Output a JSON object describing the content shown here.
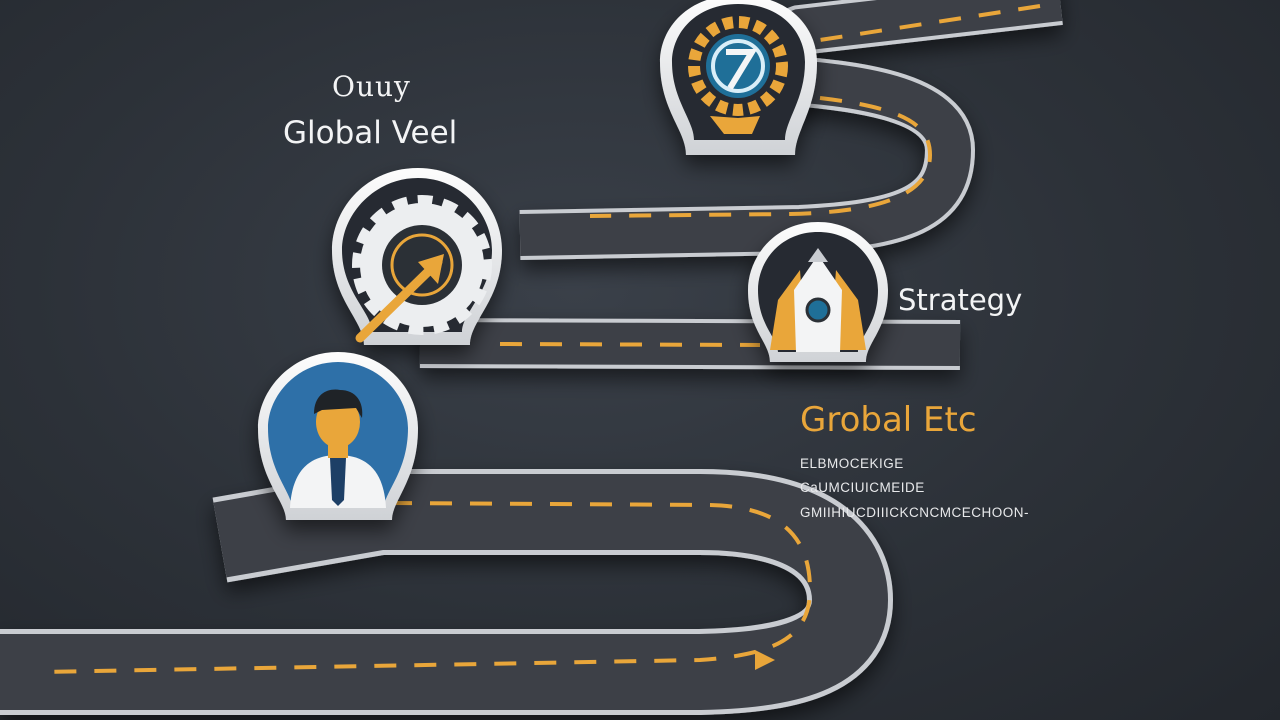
{
  "labels": {
    "logo_text": "Ouuy",
    "global_veel": "Global Veel",
    "strategy": "Strategy",
    "grobal_etc": "Grobal Etc",
    "small_lines": [
      "ELBMOCEKIGE",
      "CaUMCIUICMEIDE",
      "GMIIHIUCDIIICKCNCMCECHOON-"
    ]
  },
  "colors": {
    "background": "#2c3138",
    "road": "#3c4047",
    "road_edge": "#c9ccd1",
    "dash": "#e9a63a",
    "accent_orange": "#e9a63a",
    "accent_blue": "#2f6fa8",
    "pin_dark": "#262b31"
  },
  "icons": [
    "compass-gear-icon",
    "gear-arrow-icon",
    "rocket-icon",
    "businessman-icon"
  ]
}
